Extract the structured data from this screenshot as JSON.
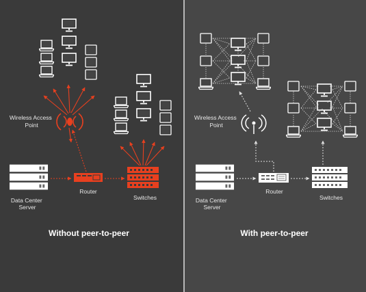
{
  "left_panel": {
    "caption": "Without peer-to-peer",
    "wireless_label_line1": "Wireless Access",
    "wireless_label_line2": "Point",
    "server_label_line1": "Data Center",
    "server_label_line2": "Server",
    "router_label": "Router",
    "switches_label": "Switches"
  },
  "right_panel": {
    "caption": "With peer-to-peer",
    "wireless_label_line1": "Wireless Access",
    "wireless_label_line2": "Point",
    "server_label_line1": "Data Center",
    "server_label_line2": "Server",
    "router_label": "Router",
    "switches_label": "Switches"
  },
  "colors": {
    "left_background": "#3a3a3a",
    "right_background": "#474747",
    "divider": "#d8d8d8",
    "device_stroke": "#ffffff",
    "accent_red": "#e8401f",
    "dotted_link": "#d0d0d0"
  },
  "icons": [
    "monitor-icon",
    "laptop-icon",
    "tablet-icon",
    "wireless-access-point-icon",
    "server-rack-icon",
    "router-icon",
    "switch-icon"
  ]
}
